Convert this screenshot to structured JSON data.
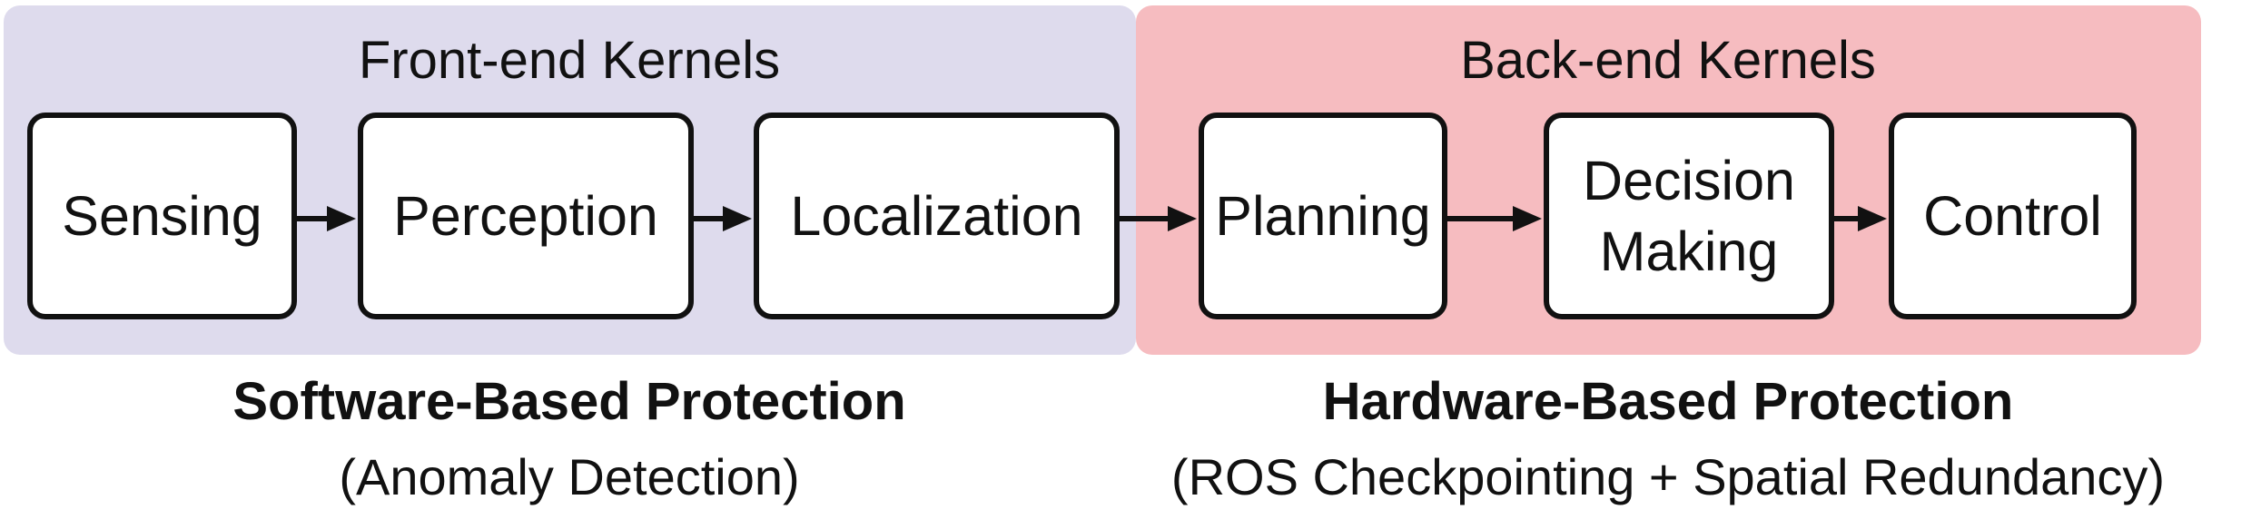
{
  "colors": {
    "front_region": "#dedbed",
    "back_region": "#f6bcc0",
    "border": "#111111",
    "node_fill": "#ffffff"
  },
  "regions": {
    "front": {
      "title": "Front-end Kernels"
    },
    "back": {
      "title": "Back-end Kernels"
    }
  },
  "pipeline": [
    {
      "label": "Sensing"
    },
    {
      "label": "Perception"
    },
    {
      "label": "Localization"
    },
    {
      "label": "Planning"
    },
    {
      "label": "Decision\nMaking"
    },
    {
      "label": "Control"
    }
  ],
  "protection": {
    "software": {
      "title": "Software-Based Protection",
      "detail": "(Anomaly Detection)"
    },
    "hardware": {
      "title": "Hardware-Based Protection",
      "detail": "(ROS Checkpointing + Spatial Redundancy)"
    }
  }
}
